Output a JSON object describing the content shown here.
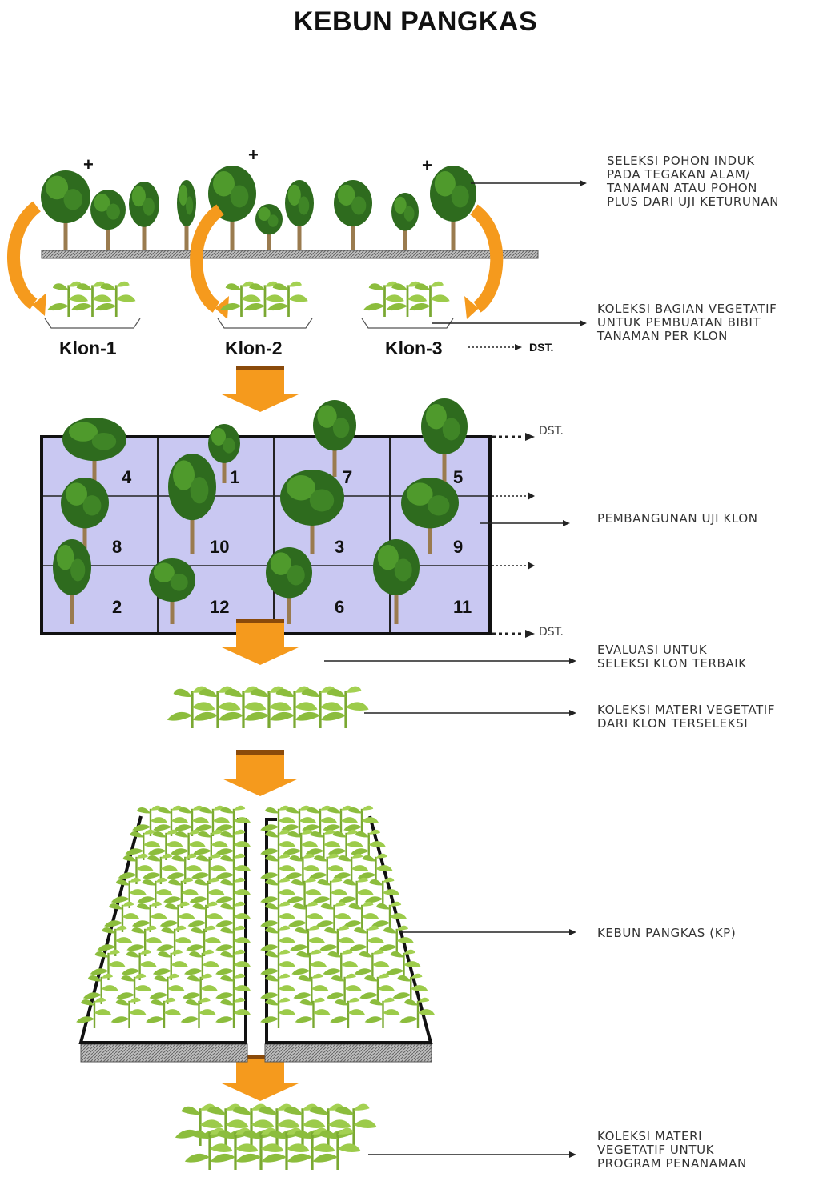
{
  "title": "KEBUN PANGKAS",
  "notes": {
    "seleksi": "SELEKSI POHON INDUK\nPADA TEGAKAN ALAM/\nTANAMAN ATAU POHON\nPLUS DARI UJI KETURUNAN",
    "koleksi_bagian": "KOLEKSI BAGIAN VEGETATIF\nUNTUK PEMBUATAN BIBIT\nTANAMAN PER KLON",
    "pembangunan": "PEMBANGUNAN UJI KLON",
    "evaluasi": "EVALUASI UNTUK\nSELEKSI KLON TERBAIK",
    "koleksi_materi": "KOLEKSI MATERI VEGETATIF\nDARI KLON TERSELEKSI",
    "kebun": "KEBUN PANGKAS (KP)",
    "koleksi_program": "KOLEKSI MATERI\nVEGETATIF UNTUK\nPROGRAM PENANAMAN"
  },
  "clones": [
    "Klon-1",
    "Klon-2",
    "Klon-3"
  ],
  "dst_labels": {
    "after_klon": "DST.",
    "grid_top": "DST.",
    "grid_bottom": "DST."
  },
  "plus_marks": [
    "+",
    "+",
    "+"
  ],
  "grid_numbers": [
    [
      "4",
      "1",
      "7",
      "5"
    ],
    [
      "8",
      "10",
      "3",
      "9"
    ],
    [
      "2",
      "12",
      "6",
      "11"
    ]
  ],
  "colors": {
    "tree_dark": "#2e6b1e",
    "tree_light": "#4f9a2c",
    "trunk": "#9a7b4f",
    "arrow_orange": "#f59a1d",
    "grid_fill": "#c9c8f2",
    "seedling": "#8cbd3d"
  }
}
